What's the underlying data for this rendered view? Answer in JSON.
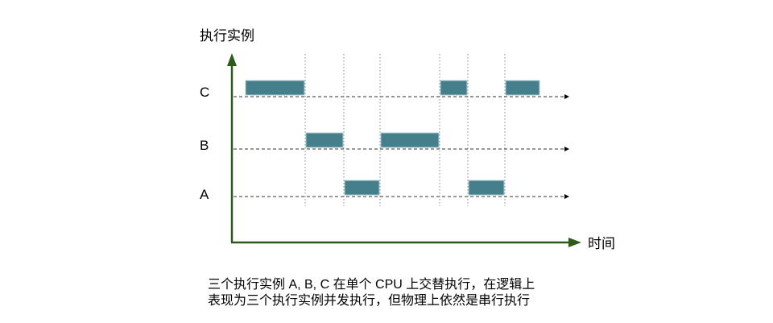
{
  "y_axis_label": "执行实例",
  "x_axis_label": "时间",
  "rows": [
    "C",
    "B",
    "A"
  ],
  "slices": [
    {
      "row": "C",
      "start": 0,
      "end": 1
    },
    {
      "row": "B",
      "start": 1,
      "end": 2
    },
    {
      "row": "A",
      "start": 2,
      "end": 3
    },
    {
      "row": "B",
      "start": 3,
      "end": 4
    },
    {
      "row": "C",
      "start": 4,
      "end": 5
    },
    {
      "row": "A",
      "start": 5,
      "end": 6
    },
    {
      "row": "C",
      "start": 6,
      "end": 7
    }
  ],
  "caption_line1": "三个执行实例 A, B, C 在单个 CPU 上交替执行，在逻辑上",
  "caption_line2": "表现为三个执行实例并发执行，但物理上依然是串行执行",
  "colors": {
    "axis": "#2e5a1c",
    "bar": "#467f8c",
    "bar_border": "#a9c9cf"
  }
}
